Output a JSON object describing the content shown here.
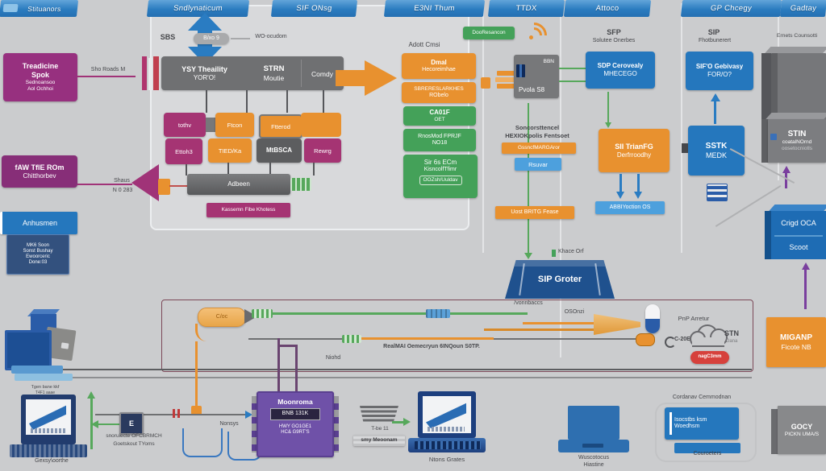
{
  "headers": [
    {
      "label": "Stituanors"
    },
    {
      "label": "Sndlynaticum"
    },
    {
      "label": "SIF ONsg"
    },
    {
      "label": "E3NI Thum"
    },
    {
      "label": "TTDX"
    },
    {
      "label": "Attoco"
    },
    {
      "label": "GP Chcegy"
    },
    {
      "label": "Gadtay"
    }
  ],
  "left": {
    "treadicine": {
      "l1": "Treadicine",
      "l2": "Spok",
      "l3": "Sednoansoo",
      "l4": "Aol Ochhoi"
    },
    "sho_roads": "Sho Roads M",
    "awtfierom": {
      "l1": "fAW TflE ROm",
      "l2": "Chitthorbev"
    },
    "shaus": "Shaus",
    "n0283": "N 0 283",
    "anhusmen": {
      "title": "Anhusmen",
      "b1": "MK6 Soon",
      "b2": "Sonst Bushay",
      "b3": "Ewoorceric",
      "b4": "Done:03"
    },
    "pc_label1": "Tgen bane kkf",
    "pc_label2": "T4F1 aaae",
    "monitor_label": "Gexsy\\oorthe"
  },
  "center": {
    "sbs": "SBS",
    "diamond_label": "B/xo 9",
    "wo": "WO-ocudom",
    "gray_box": {
      "c1a": "YSY Theaility",
      "c1b": "YOR'O!",
      "c2a": "STRN",
      "c2b": "Moutie",
      "c3": "Comdy"
    },
    "row1": [
      "tothv",
      "Ftcon",
      "Ftterod"
    ],
    "row2": [
      "Ettoh3",
      "TIED/Ka",
      "MtBSCA",
      "Rewrg"
    ],
    "adbeen": "Adbeen",
    "kassemn": "Kassemn Fibe Khotess"
  },
  "green_col": {
    "adott": "Adott Cmsi",
    "orange1": {
      "l1": "Dmal",
      "l2": "Hecoreimhae"
    },
    "orange2": {
      "l1": "SBRERESLARKHES",
      "l2": "RObelo"
    },
    "green1": {
      "l1": "CA01F",
      "l2": "OET"
    },
    "green2": {
      "l1": "RnosMod FPRJF",
      "l2": "NO18"
    },
    "green3": {
      "l1": "Sir 6s ECm",
      "l2": "KisncolfTfimr",
      "inner": "OOZsh/Uuldav"
    },
    "badge": "DooResancon"
  },
  "mid_col": {
    "device_tag": "BBN",
    "device_label": "Pvola S8",
    "caption1": "Soncorsttencel",
    "caption2": "HEXIOKpolis Fentsoet",
    "orange_badge": "GssncfMARGAror",
    "blue_badge": "Rsuvar",
    "orange_badge2": "Uost BRITG Fease"
  },
  "sfp_col": {
    "t1": "SFP",
    "t2": "Solutee Onerbes",
    "sdp_box": {
      "l1": "SDP Cerovealy",
      "l2": "MHECEGO"
    },
    "orange_box": {
      "l1": "SII TrianFG",
      "l2": "Derfrroodhy"
    },
    "badge": "ABBIYoction OS",
    "sstk_box": {
      "l1": "SSTK",
      "l2": "MEDK"
    }
  },
  "sip_col": {
    "t1": "SIP",
    "t2": "Fhotbunerert",
    "box": {
      "l1": "SIF'O Gebivasy",
      "l2": "FOR/O?"
    }
  },
  "right_col": {
    "t1": "Ernets Counsotti",
    "stin": {
      "l1": "STIN",
      "l2": "coatalNOrnd",
      "l3": "oosetocniotls"
    },
    "oca": {
      "l1": "Crigd OCA",
      "l2": "Scoot"
    },
    "miganp": {
      "l1": "MIGANP",
      "l2": "Ficote NB"
    },
    "gocy": {
      "l1": "GOCY",
      "l2": "PICKN UMA/S"
    }
  },
  "bottom": {
    "khace": "Khace Orf",
    "sip_groter": "SIP Groter",
    "vonnbaccs": "/vonnbaccs",
    "osonzi": "OSOnzi",
    "cone_label": "C/oc",
    "realmai": "RealMAI Oemecryun 6INQoun S0TP.",
    "niohd": "Niohd",
    "nonsys": "Nonsys",
    "pnp": "PnP Arretur",
    "c20e": "C-20E",
    "cloud_l1": "STN",
    "cloud_l2": "Dana",
    "red_badge": "nagC3mm",
    "moonroma": {
      "title": "Moonroma",
      "display": "BNB 131K",
      "s1": "HWY GO1GE1",
      "s2": "HC& G9RT'S"
    },
    "stack_label": "T-be 11",
    "smy": "smy Meoonam",
    "laptop_label": "Ntons Grates",
    "ofc1": "snoruiecte OFCBRMCH",
    "ofc2": "Goetskout TYoms",
    "wusco": {
      "l1": "Wuscotocus",
      "l2": "Hiastine"
    },
    "cordanav": "Cordanav Cemmodnan",
    "isocstbs": {
      "l1": "Isocstbs ksm",
      "l2": "Woedhsm"
    },
    "couroeters": "Couroeters"
  }
}
